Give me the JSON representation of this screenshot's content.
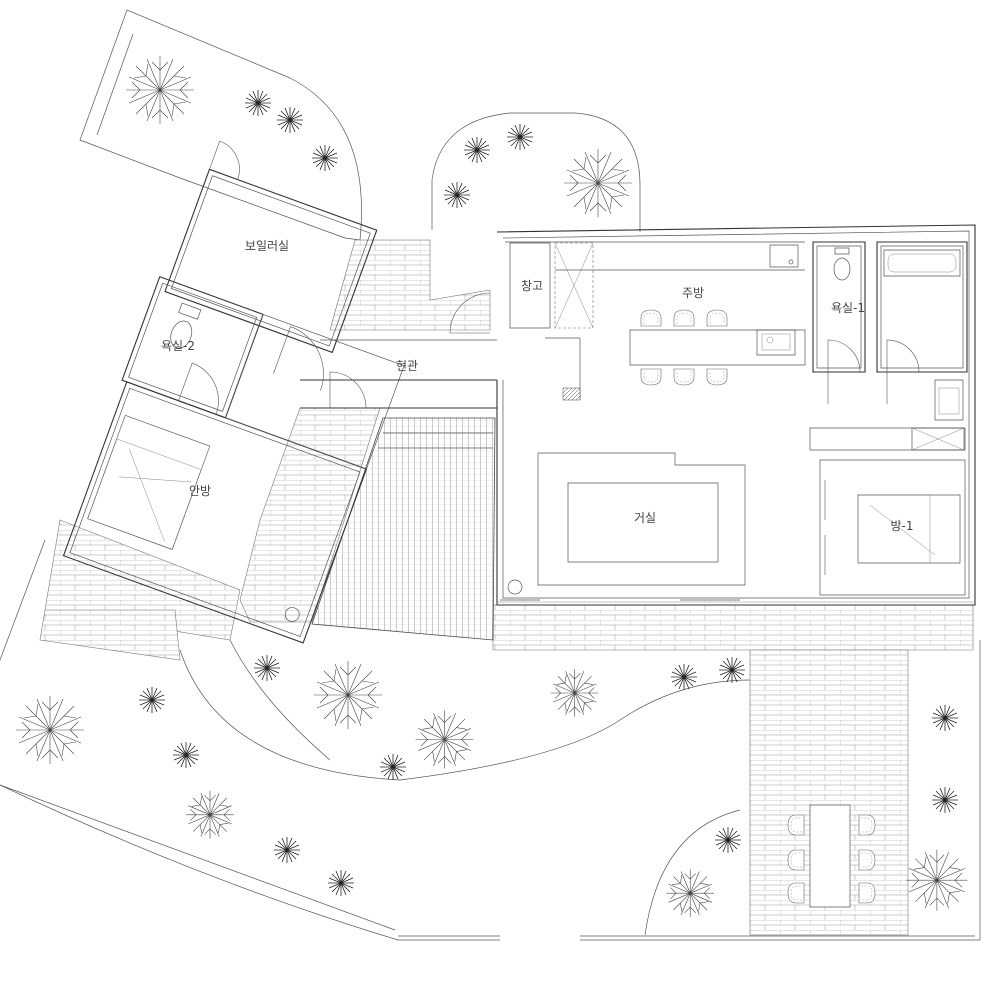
{
  "rooms": {
    "boiler": "보일러실",
    "bath2": "욕실-2",
    "master": "안방",
    "entrance": "현관",
    "storage": "창고",
    "kitchen": "주방",
    "bath1": "욕실-1",
    "living": "거실",
    "room1": "방-1"
  },
  "colors": {
    "line": "#333333",
    "label": "#444444",
    "background": "#ffffff"
  }
}
